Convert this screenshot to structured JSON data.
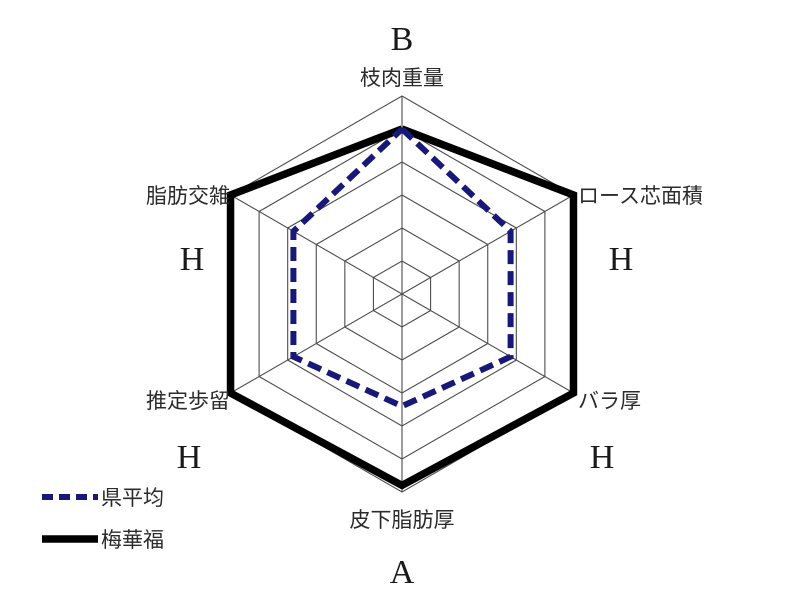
{
  "chart_data": {
    "type": "radar",
    "title": "",
    "categories": [
      "枝肉重量",
      "ロース芯面積",
      "バラ厚",
      "皮下脂肪厚",
      "推定歩留",
      "脂肪交雑"
    ],
    "category_grades": [
      "B",
      "H",
      "H",
      "A",
      "H",
      "H"
    ],
    "rings": 6,
    "rmax": 6,
    "grid": true,
    "legend_position": "bottom-left",
    "series": [
      {
        "name": "県平均",
        "color": "#181878",
        "style": "dashed",
        "values": [
          5.0,
          3.8,
          3.8,
          3.4,
          3.8,
          3.8
        ]
      },
      {
        "name": "梅華福",
        "color": "#000000",
        "style": "solid",
        "values": [
          5.0,
          6.0,
          6.0,
          5.8,
          6.0,
          6.0
        ]
      }
    ]
  },
  "axes": [
    {
      "id": "carcass-weight",
      "label": "枝肉重量",
      "grade": "B",
      "angle_deg": 90
    },
    {
      "id": "loin-eye-area",
      "label": "ロース芯面積",
      "grade": "H",
      "angle_deg": 30
    },
    {
      "id": "rib-thickness",
      "label": "バラ厚",
      "grade": "H",
      "angle_deg": -30
    },
    {
      "id": "subcutaneous-fat",
      "label": "皮下脂肪厚",
      "grade": "A",
      "angle_deg": -90
    },
    {
      "id": "estimated-yield",
      "label": "推定歩留",
      "grade": "H",
      "angle_deg": -150
    },
    {
      "id": "marbling",
      "label": "脂肪交雑",
      "grade": "H",
      "angle_deg": 150
    }
  ],
  "legend": {
    "items": [
      {
        "name": "prefecture-average",
        "label": "県平均",
        "color": "#181878",
        "style": "dashed"
      },
      {
        "name": "baikafuku",
        "label": "梅華福",
        "color": "#000000",
        "style": "solid"
      }
    ]
  },
  "colors": {
    "series_average": "#181878",
    "series_target": "#000000",
    "grid": "#4d4d4d",
    "background": "#ffffff",
    "text": "#2b2b2b"
  }
}
